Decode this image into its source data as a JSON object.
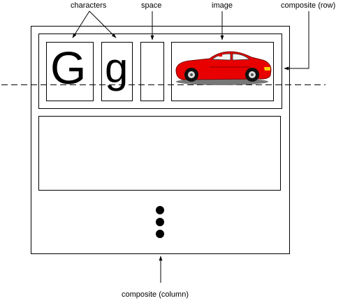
{
  "labels": {
    "characters": "characters",
    "space": "space",
    "image": "image",
    "composite_row": "composite (row)",
    "composite_column": "composite (column)"
  },
  "glyphs": {
    "upper": "G",
    "lower": "g"
  },
  "icons": {
    "image_content": "red-car-icon",
    "continuation": "vertical-ellipsis-dots"
  },
  "colors": {
    "car_body": "#e80000",
    "lines": "#000000"
  }
}
